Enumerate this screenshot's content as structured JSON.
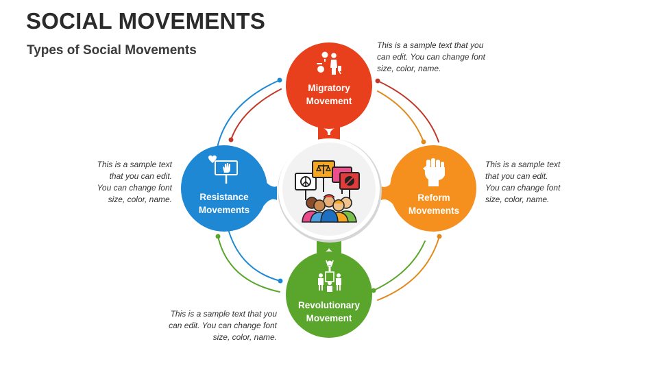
{
  "header": {
    "title": "SOCIAL MOVEMENTS",
    "subtitle": "Types of Social Movements"
  },
  "nodes": {
    "migratory": {
      "line1": "Migratory",
      "line2": "Movement",
      "color": "#e8401c",
      "icon": "migrant-person-icon"
    },
    "resistance": {
      "line1": "Resistance",
      "line2": "Movements",
      "color": "#1e88d4",
      "icon": "raised-hand-sign-icon"
    },
    "reform": {
      "line1": "Reform",
      "line2": "Movements",
      "color": "#f5901e",
      "icon": "raised-fist-icon"
    },
    "revolutionary": {
      "line1": "Revolutionary",
      "line2": "Movement",
      "color": "#5aa62c",
      "icon": "leader-crowd-icon"
    },
    "center": {
      "icon": "protest-crowd-icon",
      "color": "#f2f2f2"
    }
  },
  "descriptions": {
    "migratory": {
      "l1": "This is a sample text that you",
      "l2": "can edit. You can change font",
      "l3": "size, color, name."
    },
    "resistance": {
      "l1": "This is a sample text",
      "l2": "that you can edit.",
      "l3": "You can change font",
      "l4": "size, color, name."
    },
    "reform": {
      "l1": "This is a sample text",
      "l2": "that you can edit.",
      "l3": "You can change font",
      "l4": "size, color, name."
    },
    "revolutionary": {
      "l1": "This is a sample text that you",
      "l2": "can edit. You can change font",
      "l3": "size, color, name."
    }
  }
}
